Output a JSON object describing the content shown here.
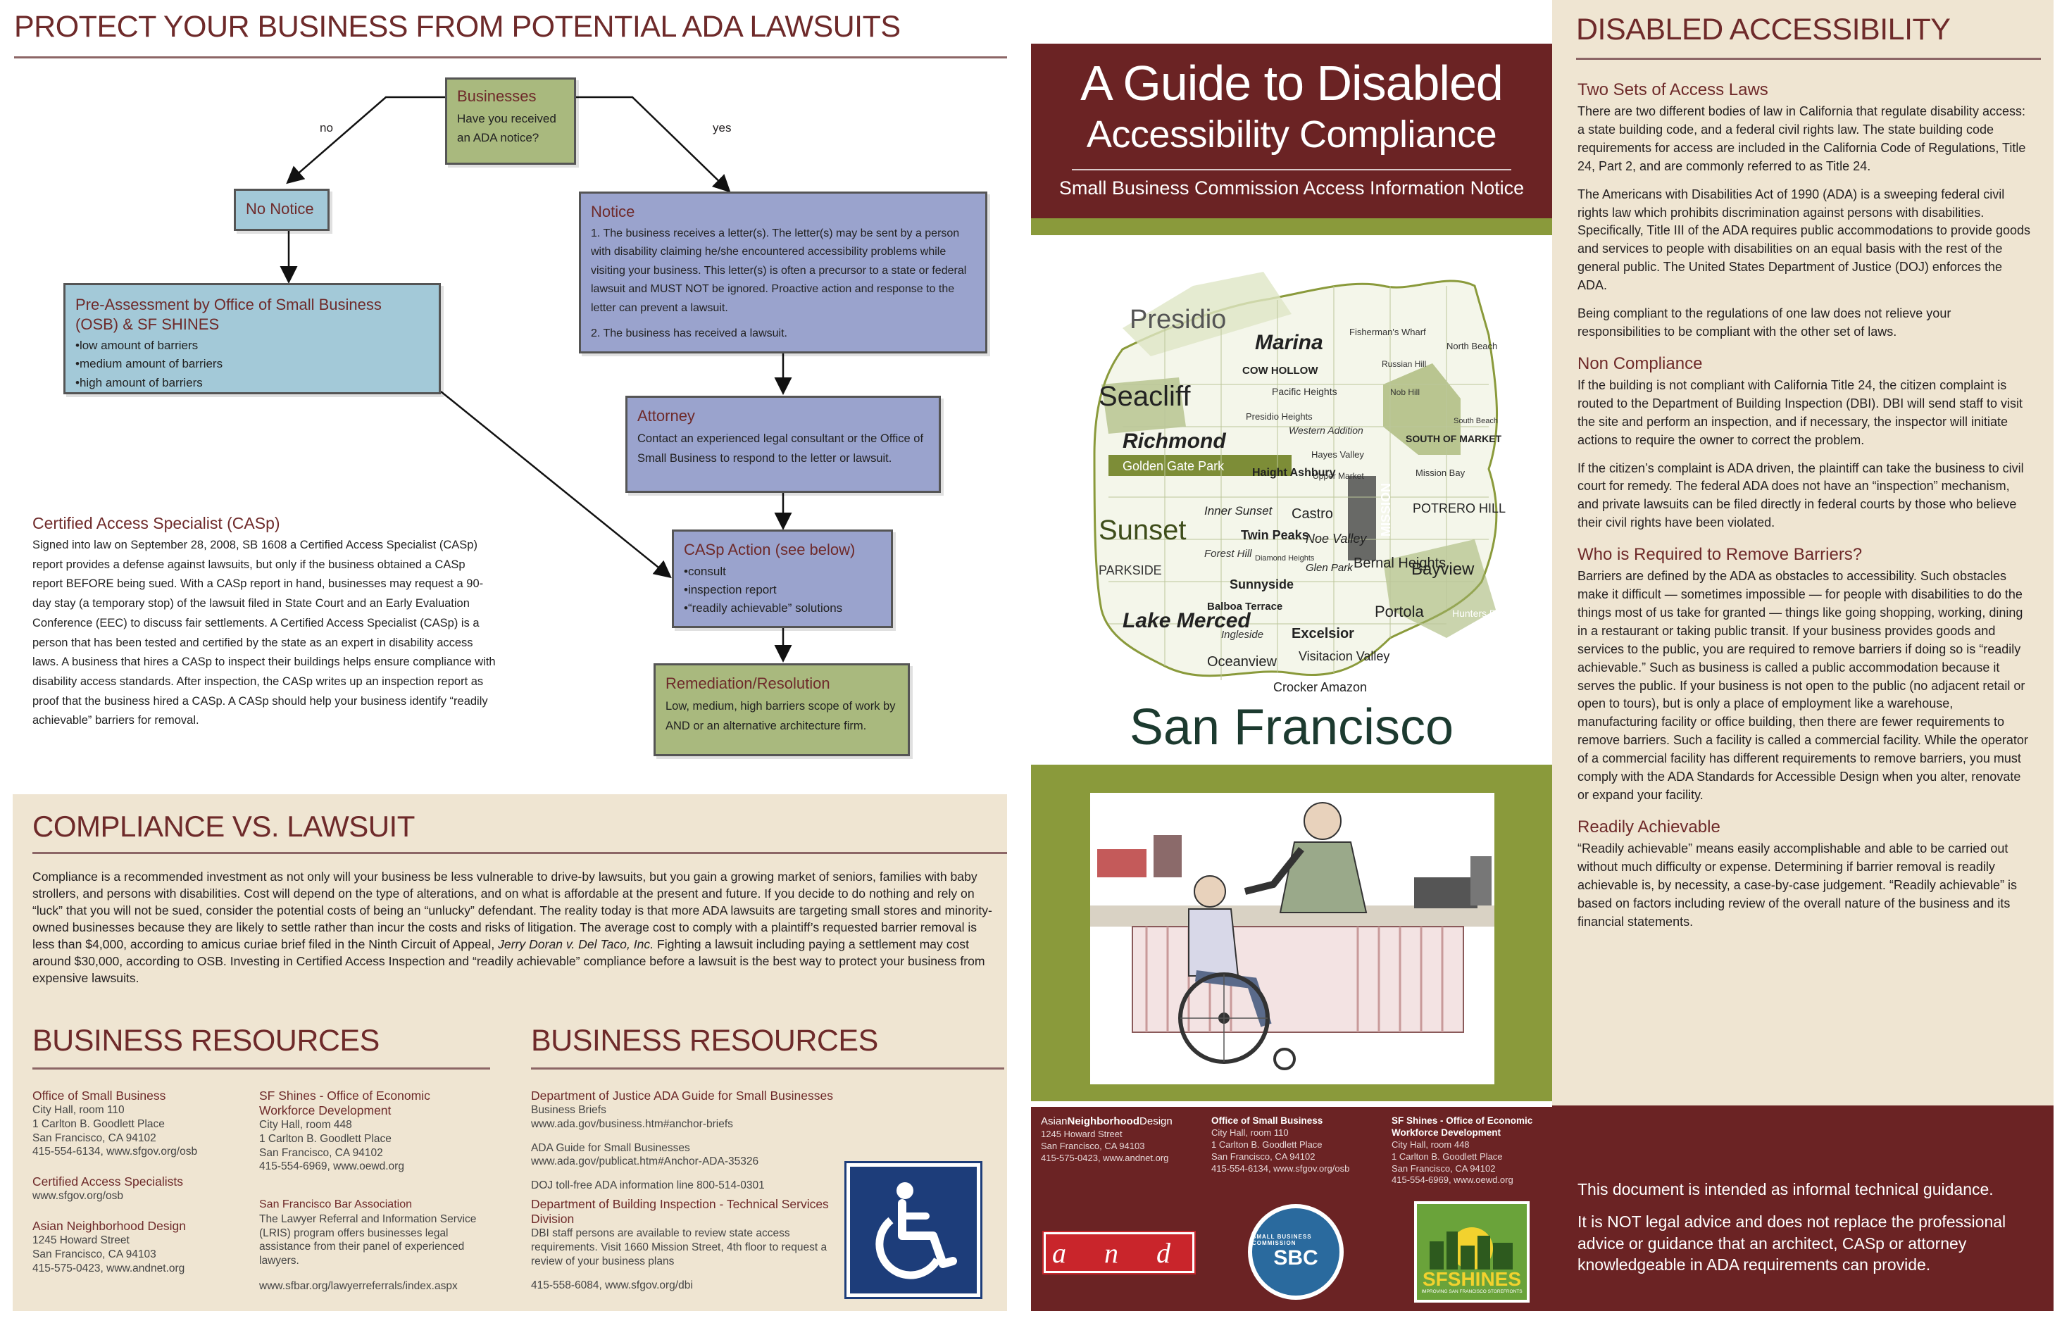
{
  "left": {
    "title": "PROTECT YOUR BUSINESS FROM POTENTIAL ADA LAWSUITS",
    "flow": {
      "no_label": "no",
      "yes_label": "yes",
      "businesses": {
        "title": "Businesses",
        "body": "Have you received an ADA notice?"
      },
      "no_notice": {
        "title": "No Notice"
      },
      "preassess": {
        "title": "Pre-Assessment by Office of Small Business (OSB) & SF SHINES",
        "items": [
          "low amount of barriers",
          "medium amount of barriers",
          "high amount of barriers"
        ]
      },
      "notice": {
        "title": "Notice",
        "body1": "1. The business receives a letter(s). The letter(s) may be sent by a person with disability claiming he/she encountered accessibility problems while visiting your business. This letter(s) is often a precursor to a state or federal lawsuit and MUST NOT be ignored. Proactive action and response to the letter can prevent a lawsuit.",
        "body2": "2. The business has received a lawsuit."
      },
      "attorney": {
        "title": "Attorney",
        "body": "Contact an experienced legal consultant or the Office of Small Business to respond to the letter or lawsuit."
      },
      "casp_action": {
        "title": "CASp Action (see below)",
        "items": [
          "consult",
          "inspection report",
          "“readily achievable” solutions"
        ]
      },
      "remediation": {
        "title": "Remediation/Resolution",
        "body": "Low, medium, high barriers scope of work by AND or an alternative architecture firm."
      }
    },
    "casp": {
      "heading": "Certified Access Specialist (CASp)",
      "body": "Signed into law on September 28, 2008, SB 1608 a Certified Access Specialist (CASp) report provides a defense against lawsuits, but only if the business obtained a CASp report BEFORE being sued.  With a CASp report in hand, businesses may request a 90-day stay (a temporary stop) of the lawsuit filed in State Court and an Early Evaluation Conference (EEC) to discuss fair settlements. A Certified Access Specialist (CASp) is a person that has been tested and certified by the state as an expert in disability access laws. A business that hires a CASp to inspect their buildings helps ensure compliance with disability access standards. After inspection, the CASp writes up an inspection report as proof that the business hired a CASp. A CASp should help your business identify “readily achievable” barriers for removal."
    },
    "compliance": {
      "title": "COMPLIANCE VS. LAWSUIT",
      "body_a": "Compliance is a recommended investment as not only will your business be less vulnerable to drive-by lawsuits, but you gain a growing market of seniors, families with baby strollers, and persons with disabilities. Cost will depend on the type of alterations, and on what is affordable at the present and future. If you decide to do nothing and rely on “luck” that you will not be sued, consider the potential costs of being an “unlucky” defendant. The reality today is that more ADA lawsuits are targeting small stores and minority-owned businesses because they are likely to settle rather than incur the costs and risks of litigation. The average cost to comply with a plaintiff’s requested barrier removal is less than $4,000, according to amicus curiae brief filed in the Ninth Circuit of Appeal, ",
      "body_case": "Jerry Doran v. Del Taco, Inc.",
      "body_b": " Fighting a lawsuit including paying a settlement may cost around $30,000, according to OSB. Investing in Certified Access Inspection and “readily achievable” compliance before a lawsuit is the best way to protect your business from expensive lawsuits."
    },
    "resources_title_1": "BUSINESS RESOURCES",
    "resources_title_2": "BUSINESS RESOURCES",
    "res_col1": [
      {
        "name": "Office of Small Business",
        "lines": [
          "City Hall, room 110",
          "1 Carlton B. Goodlett Place",
          "San Francisco, CA 94102",
          "415-554-6134, www.sfgov.org/osb"
        ]
      },
      {
        "name": "Certified Access Specialists",
        "lines": [
          "www.sfgov.org/osb"
        ]
      },
      {
        "name": "Asian Neighborhood Design",
        "lines": [
          "1245 Howard Street",
          "San Francisco, CA 94103",
          "415-575-0423, www.andnet.org"
        ]
      }
    ],
    "res_col2": [
      {
        "name": "SF Shines - Office of Economic Workforce Development",
        "lines": [
          "City Hall, room 448",
          "1 Carlton B. Goodlett Place",
          "San Francisco, CA 94102",
          "415-554-6969, www.oewd.org"
        ]
      },
      {
        "name": "San Francisco Bar Association",
        "lines": [
          "The Lawyer Referral and Information Service (LRIS) program offers businesses legal assistance from their panel of experienced lawyers.",
          "www.sfbar.org/lawyerreferrals/index.aspx"
        ]
      }
    ],
    "res_col3": [
      {
        "name": "Department of Justice ADA Guide for Small Businesses",
        "lines": [
          "Business Briefs",
          "www.ada.gov/business.htm#anchor-briefs"
        ]
      },
      {
        "name": "",
        "lines": [
          "ADA Guide for Small Businesses",
          "www.ada.gov/publicat.htm#Anchor-ADA-35326"
        ]
      },
      {
        "name": "",
        "lines": [
          "DOJ toll-free ADA information line 800-514-0301"
        ]
      },
      {
        "name": "Department of Building Inspection - Technical Services Division",
        "lines": [
          "DBI staff persons are available to review state access requirements. Visit 1660 Mission Street, 4th floor to request a review of your business plans",
          "415-558-6084, www.sfgov.org/dbi"
        ]
      }
    ]
  },
  "cover": {
    "title1": "A Guide to Disabled",
    "title2": "Accessibility Compliance",
    "subtitle": "Small Business Commission Access Information Notice",
    "city": "San Francisco",
    "map_labels": [
      "Presidio",
      "Marina",
      "Fisherman's Wharf",
      "North Beach",
      "Russian Hill",
      "Nob Hill",
      "COW HOLLOW",
      "Pacific Heights",
      "Seacliff",
      "Richmond",
      "Golden Gate Park",
      "Presidio Heights",
      "Western Addition",
      "SOUTH OF MARKET",
      "Hayes Valley",
      "Mission Bay",
      "Haight Ashbury",
      "Upper Market",
      "Sunset",
      "Inner Sunset",
      "Twin Peaks",
      "Castro",
      "POTRERO HILL",
      "MISSION",
      "Noe Valley",
      "Forest Hill",
      "Diamond Heights",
      "Glen Park",
      "Bernal Heights",
      "PARKSIDE",
      "Sunnyside",
      "Bayview",
      "Lake Merced",
      "Balboa Terrace",
      "Ingleside",
      "Portola",
      "Hunters Point",
      "Excelsior",
      "Oceanview",
      "Visitacion Valley",
      "Crocker Amazon",
      "South Beach"
    ],
    "footer": {
      "col1": {
        "name_a": "Asian",
        "name_b": "Neighborhood",
        "name_c": "Design",
        "lines": [
          "1245 Howard Street",
          "San Francisco, CA 94103",
          "415-575-0423, www.andnet.org"
        ]
      },
      "col2": {
        "name": "Office of Small Business",
        "lines": [
          "City Hall, room 110",
          "1 Carlton B. Goodlett Place",
          "San Francisco, CA 94102",
          "415-554-6134, www.sfgov.org/osb"
        ]
      },
      "col3": {
        "name": "SF Shines - Office of Economic Workforce Development",
        "lines": [
          "City Hall, room 448",
          "1 Carlton B. Goodlett Place",
          "San Francisco, CA 94102",
          "415-554-6969, www.oewd.org"
        ]
      },
      "and_logo": "a n d",
      "sbc_logo": "SBC",
      "sbc_ring": "SMALL BUSINESS COMMISSION",
      "sfshines_logo": "SFSHINES",
      "sfshines_tag": "IMPROVING SAN FRANCISCO STOREFRONTS"
    }
  },
  "right": {
    "title": "DISABLED ACCESSIBILITY",
    "sections": [
      {
        "heading": "Two Sets of Access Laws",
        "paras": [
          "There are two different bodies of law in California that regulate disability access: a state building code, and a federal civil rights law. The state building code requirements for access are included in the California Code of Regulations, Title 24, Part 2, and are commonly referred to as Title 24.",
          "The Americans with Disabilities Act of 1990 (ADA) is a sweeping federal civil rights law which prohibits discrimination against persons with disabilities. Specifically, Title III of the ADA requires public accommodations to provide goods and services to people with disabilities on an equal basis with the rest of the general public. The United States Department of Justice (DOJ) enforces the ADA.",
          "Being compliant to the regulations of one law does not relieve your responsibilities to be compliant with the other set of laws."
        ]
      },
      {
        "heading": "Non Compliance",
        "paras": [
          "If the building is not compliant with California Title 24, the citizen complaint is routed to the Department of Building Inspection (DBI). DBI will send staff to visit the site and perform an inspection, and if necessary, the inspector will initiate actions to require the owner to correct the problem.",
          "If the citizen’s complaint is ADA driven, the plaintiff can take the business to civil court for remedy. The federal ADA does not have an “inspection” mechanism, and private lawsuits can be filed directly in federal courts by those who believe their civil rights have been violated."
        ]
      },
      {
        "heading": "Who is Required to Remove Barriers?",
        "paras": [
          "Barriers are defined by the ADA as obstacles to accessibility. Such obstacles make it difficult — sometimes impossible — for people with disabilities to do the things most of us take for granted — things like going shopping, working, dining in a restaurant or taking public transit. If your business provides goods and services to the public, you are required to remove barriers if doing so is “readily achievable.” Such as business is called a public accommodation because it serves the public. If your business is not open to the public (no adjacent retail or open to tours), but is only a place of employment like a warehouse, manufacturing facility or office building, then there are fewer requirements to remove barriers. Such a facility is called a commercial facility. While the operator of a commercial facility has different requirements to remove barriers, you must comply with the ADA Standards for Accessible Design when you alter, renovate or expand your facility."
        ]
      },
      {
        "heading": "Readily Achievable",
        "paras": [
          "“Readily achievable” means easily accomplishable and able to be carried out without much difficulty or expense. Determining if barrier removal is readily achievable is, by necessity, a case-by-case judgement. “Readily achievable” is based on factors including review of the overall nature of the business and its financial statements."
        ]
      }
    ],
    "disclaimer1": "This document is intended as informal technical guidance.",
    "disclaimer2": "It is NOT legal advice and does not replace the professional advice or guidance that an architect, CASp or attorney knowledgeable in ADA requirements can provide."
  },
  "colors": {
    "maroon": "#6b2324",
    "olive": "#8a9a3b",
    "cream": "#efe5d2",
    "blue_box": "#a3c9d8",
    "purple_box": "#9aa3cd",
    "green_box": "#a9b97e",
    "access_blue": "#1d3d7a"
  }
}
